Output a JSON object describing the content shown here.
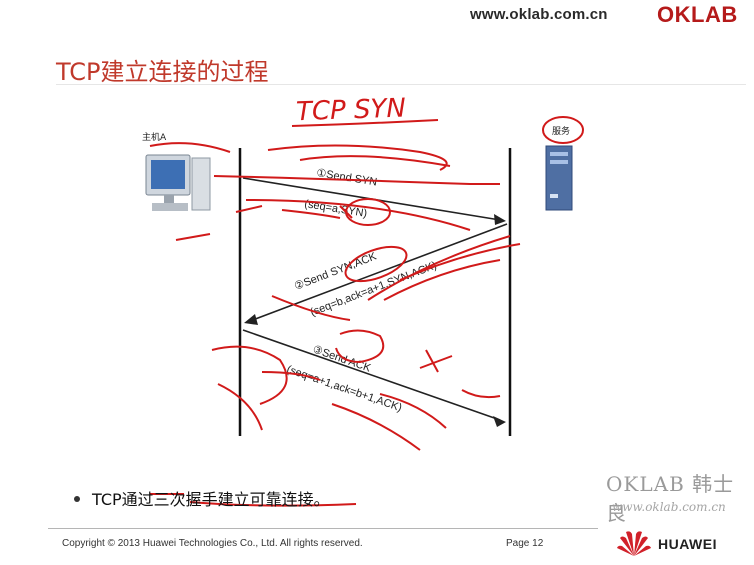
{
  "header": {
    "site_url": "www.oklab.com.cn",
    "brand": "OKLAB"
  },
  "slide": {
    "title": "TCP建立连接的过程",
    "handwritten_title": "TCP SYN",
    "host_label": "主机A",
    "server_label": "服务",
    "bullet": "TCP通过三次握手建立可靠连接。"
  },
  "diagram": {
    "step1": "①Send SYN",
    "step1_seq": "(seq=a,SYN)",
    "step2": "②Send SYN,ACK",
    "step2_seq": "(seq=b,ack=a+1,SYN,ACK)",
    "step3": "③Send ACK",
    "step3_seq": "(seq=a+1,ack=b+1,ACK)"
  },
  "watermark": {
    "brand": "OKLAB 韩士良",
    "url": "www.oklab.com.cn"
  },
  "footer": {
    "copyright": "Copyright © 2013 Huawei Technologies Co., Ltd. All rights reserved.",
    "page": "Page 12",
    "huawei": "HUAWEI"
  },
  "colors": {
    "title": "#c0392b",
    "annotation": "#d11a1a",
    "arrow": "#222222"
  }
}
